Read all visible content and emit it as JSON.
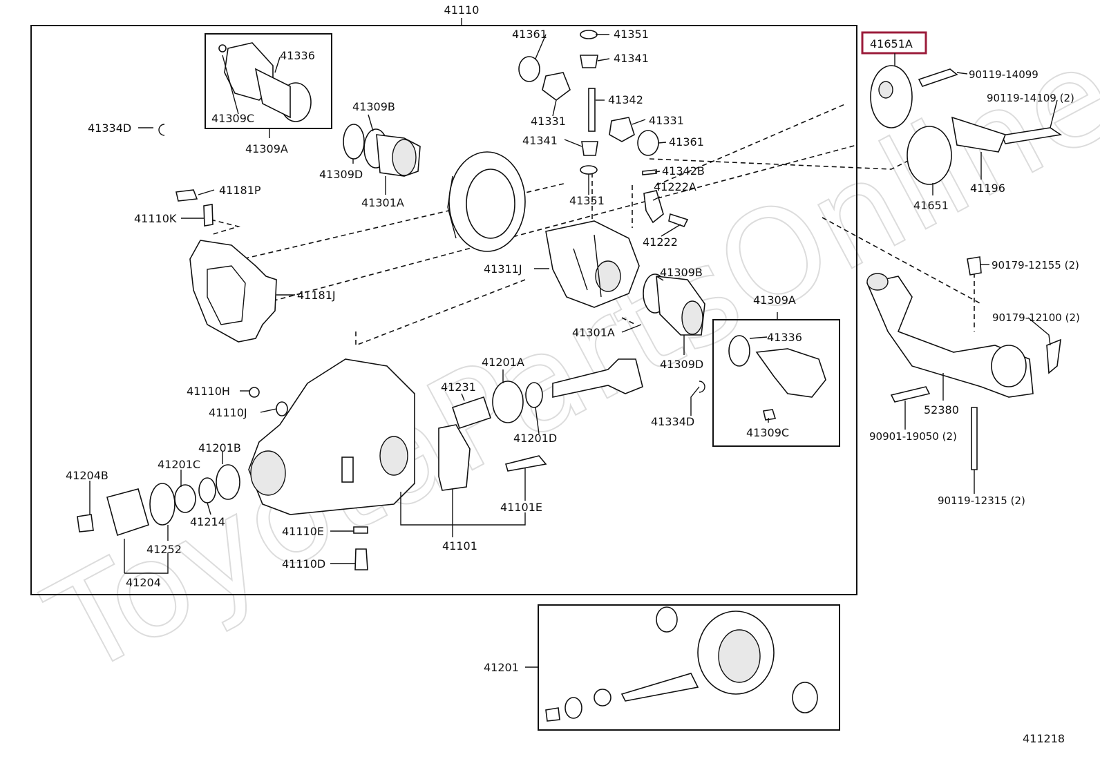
{
  "watermark": "ToyotaPartsOnline",
  "title_code": "41110",
  "footer_code": "411218",
  "selected_part": {
    "code": "41651A",
    "color": "#9b1b3a"
  },
  "labels": {
    "p41361a": "41361",
    "p41351a": "41351",
    "p41341a": "41341",
    "p41342": "41342",
    "p41331a": "41331",
    "p41331b": "41331",
    "p41361b": "41361",
    "p41341b": "41341",
    "p41342b": "41342B",
    "p41351b": "41351",
    "p41222a": "41222A",
    "p41222": "41222",
    "p41311j": "41311J",
    "p41309b_r": "41309B",
    "p41301a_r": "41301A",
    "p41309d_r": "41309D",
    "p41309a_r": "41309A",
    "p41336_r": "41336",
    "p41309c_r": "41309C",
    "p41334d_r": "41334D",
    "p41336_l": "41336",
    "p41309c_l": "41309C",
    "p41309a_l": "41309A",
    "p41334d_l": "41334D",
    "p41309b_l": "41309B",
    "p41309d_l": "41309D",
    "p41301a_l": "41301A",
    "p41181p": "41181P",
    "p41110k": "41110K",
    "p41181j": "41181J",
    "p41110h": "41110H",
    "p41110j": "41110J",
    "p41201a": "41201A",
    "p41231": "41231",
    "p41201d": "41201D",
    "p41201b": "41201B",
    "p41201c": "41201C",
    "p41204b": "41204B",
    "p41214": "41214",
    "p41252": "41252",
    "p41204": "41204",
    "p41101e": "41101E",
    "p41101": "41101",
    "p41110e": "41110E",
    "p41110d": "41110D",
    "p41201": "41201",
    "p90119_14099": "90119-14099",
    "p90119_14109": "90119-14109 (2)",
    "p41196": "41196",
    "p41651": "41651",
    "p90179_12155": "90179-12155 (2)",
    "p90179_12100": "90179-12100 (2)",
    "p52380": "52380",
    "p90901_19050": "90901-19050 (2)",
    "p90119_12315": "90119-12315 (2)"
  }
}
